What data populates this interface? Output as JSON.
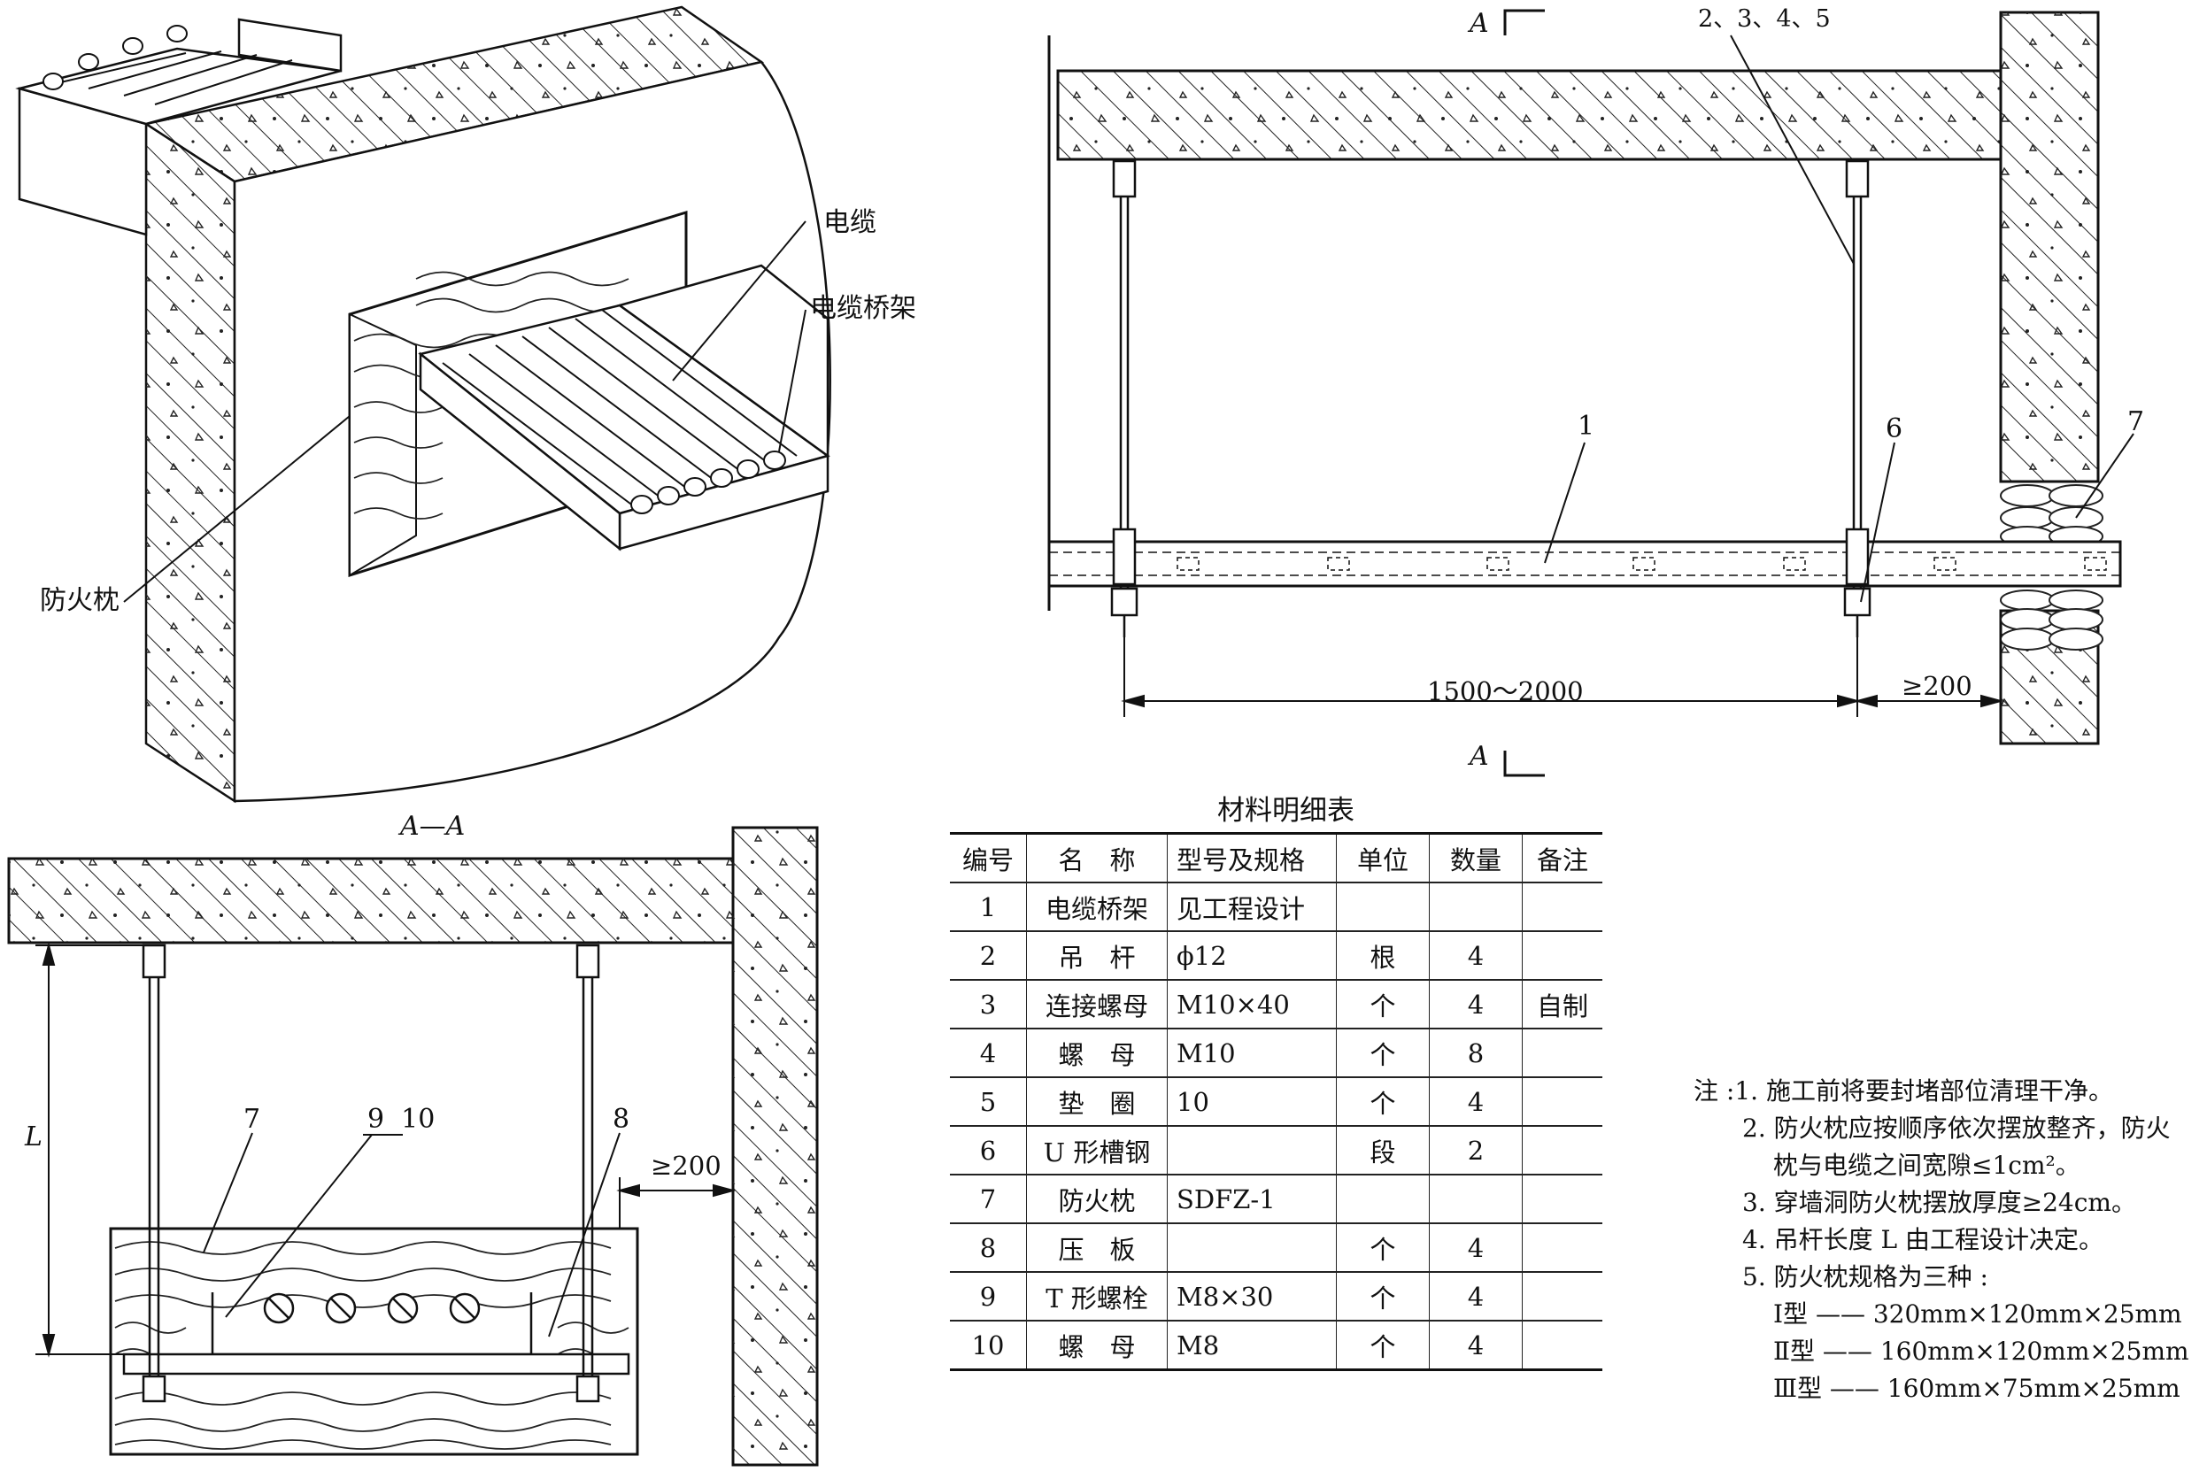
{
  "labels": {
    "cable": "电缆",
    "cable_tray": "电缆桥架",
    "fire_pillow": "防火枕",
    "section_a_top": "A",
    "section_a_bottom": "A",
    "section_aa": "A—A",
    "callout_2345": "2、3、4、5",
    "callout_1": "1",
    "callout_6": "6",
    "callout_7_top": "7",
    "callout_7_bottom": "7",
    "callout_9_10": "9  10",
    "callout_8": "8",
    "length_L": "L"
  },
  "dimensions": {
    "span": "1500～2000",
    "clear_top": "≥200",
    "clear_section": "≥200"
  },
  "material_table": {
    "title": "材料明细表",
    "headers": [
      "编号",
      "名　称",
      "型号及规格",
      "单位",
      "数量",
      "备注"
    ],
    "rows": [
      [
        "1",
        "电缆桥架",
        "见工程设计",
        "",
        "",
        ""
      ],
      [
        "2",
        "吊　杆",
        "ϕ12",
        "根",
        "4",
        ""
      ],
      [
        "3",
        "连接螺母",
        "M10×40",
        "个",
        "4",
        "自制"
      ],
      [
        "4",
        "螺　母",
        "M10",
        "个",
        "8",
        ""
      ],
      [
        "5",
        "垫　圈",
        "10",
        "个",
        "4",
        ""
      ],
      [
        "6",
        "U 形槽钢",
        "",
        "段",
        "2",
        ""
      ],
      [
        "7",
        "防火枕",
        "SDFZ-1",
        "",
        "",
        ""
      ],
      [
        "8",
        "压　板",
        "",
        "个",
        "4",
        ""
      ],
      [
        "9",
        "T 形螺栓",
        "M8×30",
        "个",
        "4",
        ""
      ],
      [
        "10",
        "螺　母",
        "M8",
        "个",
        "4",
        ""
      ]
    ]
  },
  "notes": [
    "注 :1. 施工前将要封堵部位清理干净。",
    "2. 防火枕应按顺序依次摆放整齐，防火",
    "枕与电缆之间宽隙≤1cm²。",
    "3. 穿墙洞防火枕摆放厚度≥24cm。",
    "4. 吊杆长度 L 由工程设计决定。",
    "5. 防火枕规格为三种 :",
    "Ⅰ型 —— 320mm×120mm×25mm",
    "Ⅱ型 —— 160mm×120mm×25mm",
    "Ⅲ型 —— 160mm×75mm×25mm"
  ]
}
